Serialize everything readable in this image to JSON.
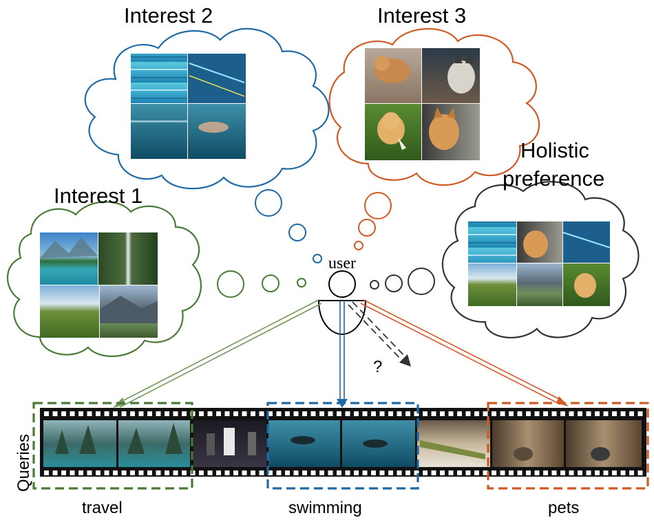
{
  "interests": [
    {
      "label": "Interest 1",
      "theme": "landscape",
      "color": "#4a7a35"
    },
    {
      "label": "Interest 2",
      "theme": "swimming",
      "color": "#1f6aa5"
    },
    {
      "label": "Interest 3",
      "theme": "dogs",
      "color": "#cf5a24"
    }
  ],
  "holistic": {
    "line1": "Holistic",
    "line2": "preference",
    "color": "#333333"
  },
  "user_label": "user",
  "unknown_mark": "?",
  "queries_label": "Queries",
  "segments": [
    {
      "label": "travel",
      "color": "#4a7a35"
    },
    {
      "label": "swimming",
      "color": "#1f6aa5"
    },
    {
      "label": "pets",
      "color": "#cf5a24"
    }
  ]
}
